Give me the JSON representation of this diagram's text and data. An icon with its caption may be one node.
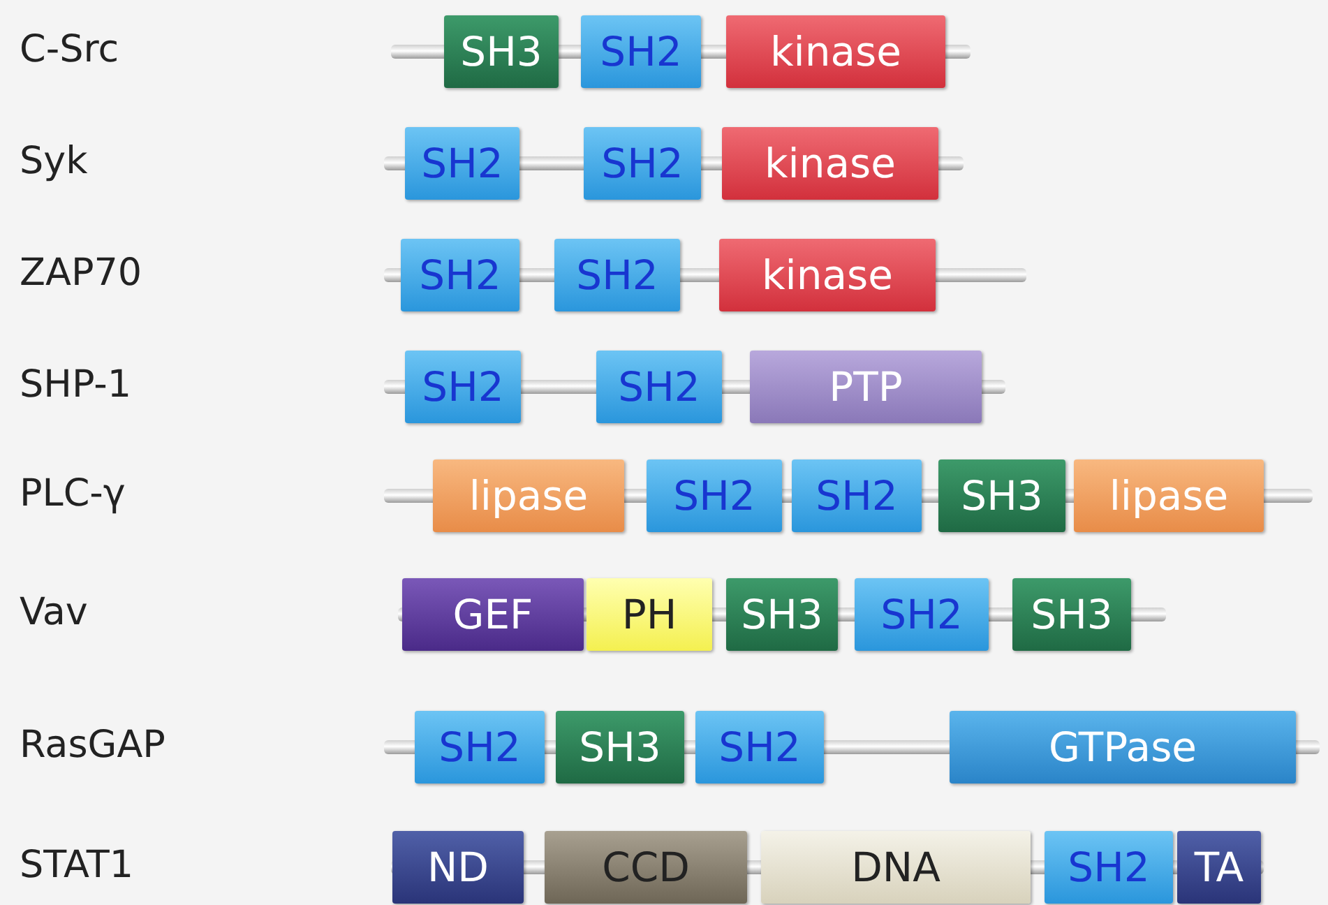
{
  "diagram": {
    "nodes": [
      {
        "text": [
          "SH3"
        ]
      },
      {
        "text": [
          "SH2"
        ]
      },
      {
        "text": [
          "kinase"
        ]
      },
      {
        "text": [
          "SH2"
        ]
      },
      {
        "text": [
          "SH2"
        ]
      },
      {
        "text": [
          "kinase"
        ]
      },
      {
        "text": [
          "SH2"
        ]
      },
      {
        "text": [
          "SH2"
        ]
      },
      {
        "text": [
          "kinase"
        ]
      },
      {
        "text": [
          "SH2"
        ]
      },
      {
        "text": [
          "SH2"
        ]
      },
      {
        "text": [
          "PTP"
        ]
      },
      {
        "text": [
          "lipase"
        ]
      },
      {
        "text": [
          "SH2"
        ]
      },
      {
        "text": [
          "SH2"
        ]
      },
      {
        "text": [
          "SH3"
        ]
      },
      {
        "text": [
          "lipase"
        ]
      },
      {
        "text": [
          "GEF"
        ]
      },
      {
        "text": [
          "PH"
        ]
      },
      {
        "text": [
          "SH3"
        ]
      },
      {
        "text": [
          "SH2"
        ]
      },
      {
        "text": [
          "SH3"
        ]
      },
      {
        "text": [
          "SH2"
        ]
      },
      {
        "text": [
          "SH3"
        ]
      },
      {
        "text": [
          "SH2"
        ]
      },
      {
        "text": [
          "GTPase"
        ]
      },
      {
        "text": [
          "ND"
        ]
      },
      {
        "text": [
          "CCD"
        ]
      },
      {
        "text": [
          "DNA"
        ]
      },
      {
        "text": [
          "SH2"
        ]
      },
      {
        "text": [
          "TA"
        ]
      }
    ],
    "labels": [
      "C-Src",
      "Syk",
      "ZAP70",
      "SHP-1",
      "PLC-γ",
      "Vav",
      "RasGAP",
      "STAT1"
    ]
  }
}
